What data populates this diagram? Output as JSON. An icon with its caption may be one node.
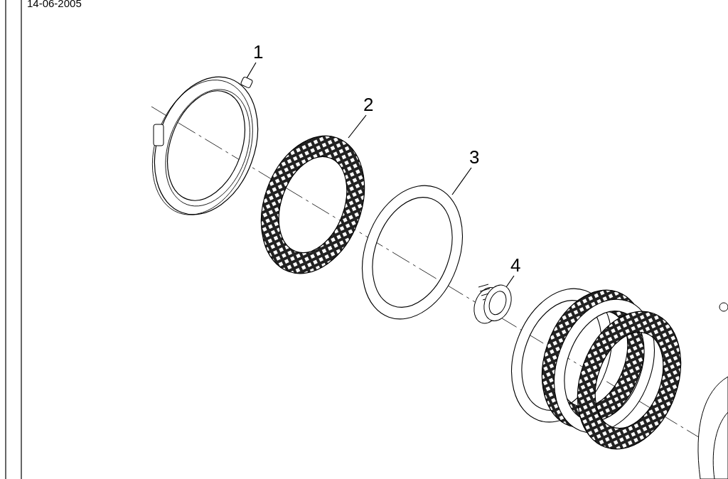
{
  "diagram": {
    "nodes": [
      {
        "text": [
          "1"
        ]
      },
      {
        "text": [],
        "shape": "ring"
      },
      {
        "text": [
          "2"
        ]
      },
      {
        "text": [],
        "shape": "ring"
      },
      {
        "text": [
          "3"
        ]
      },
      {
        "text": [],
        "shape": "ring"
      },
      {
        "text": [
          "4"
        ]
      },
      {
        "text": [],
        "shape": "ring"
      }
    ],
    "edges": [
      {
        "from": 0,
        "to": 1,
        "arrow": "none"
      },
      {
        "from": 2,
        "to": 3,
        "arrow": "none"
      },
      {
        "from": 4,
        "to": 5,
        "arrow": "none"
      },
      {
        "from": 6,
        "to": 7,
        "arrow": "none"
      }
    ],
    "labels": [
      "14-06-2005"
    ]
  }
}
